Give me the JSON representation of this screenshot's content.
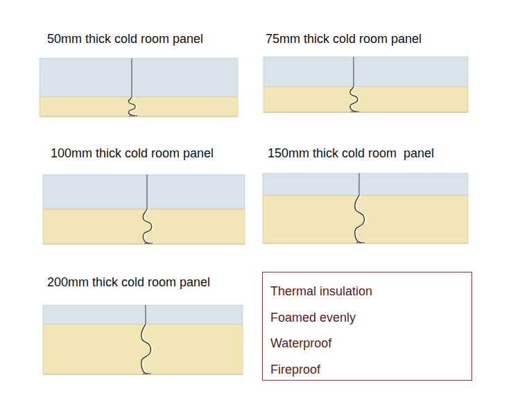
{
  "diagram": {
    "nodes": [
      {
        "text": [
          "Thermal insulation",
          "Foamed evenly",
          "Waterproof",
          "Fireproof"
        ]
      }
    ],
    "labels": [
      "50mm thick cold room panel",
      "75mm thick cold room panel",
      "100mm thick cold room panel",
      "150mm thick cold room  panel",
      "200mm thick cold room panel"
    ]
  }
}
